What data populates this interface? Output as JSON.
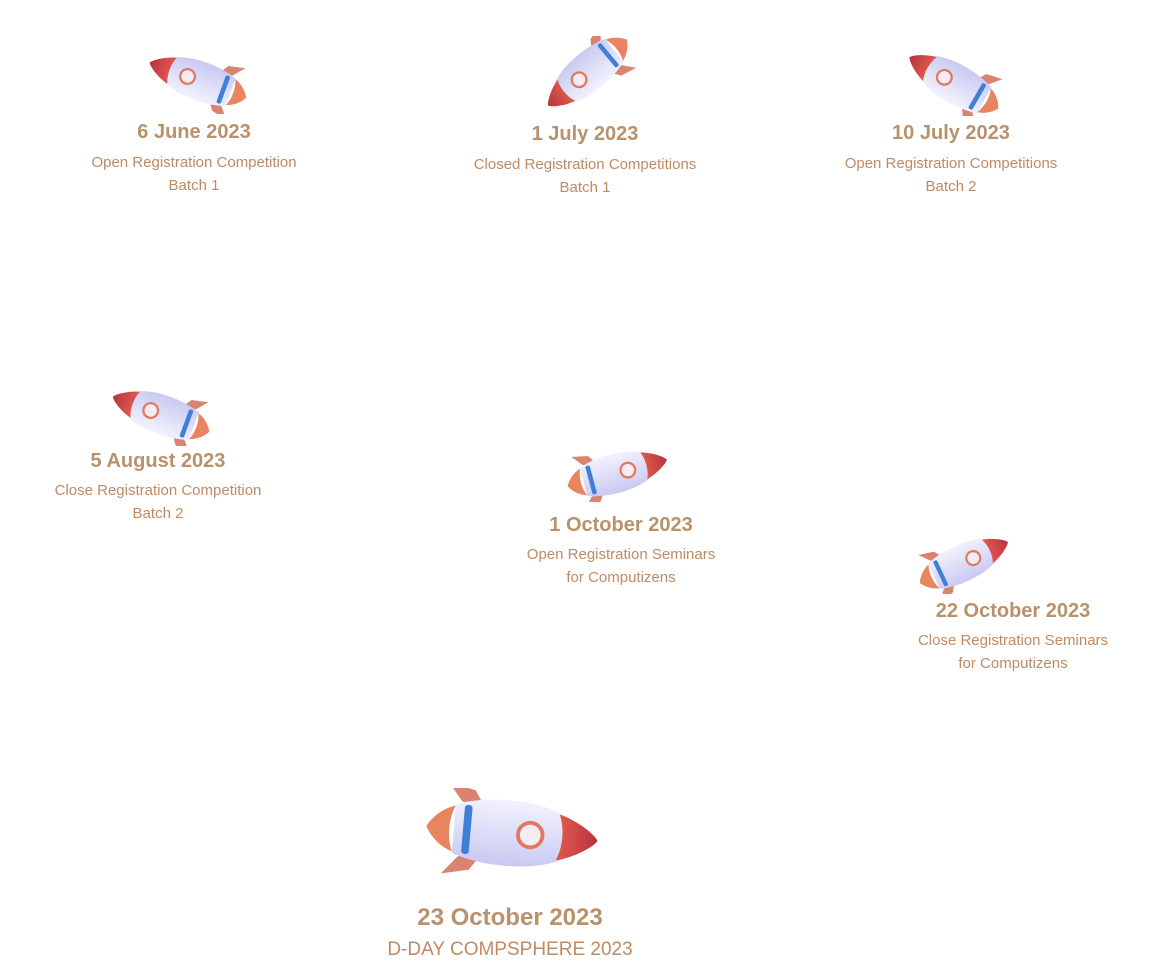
{
  "colors": {
    "date_text": "#b9916a",
    "description_text": "#c08a63",
    "rocket_body": "#e4e4fa",
    "rocket_nose": "#c84a4a",
    "rocket_fin": "#d98370",
    "rocket_band": "#3f7fd6"
  },
  "milestones": [
    {
      "date": "6 June 2023",
      "line1": "Open Registration Competition",
      "line2": "Batch 1",
      "icon": "rocket-icon"
    },
    {
      "date": "1 July 2023",
      "line1": "Closed Registration Competitions",
      "line2": "Batch 1",
      "icon": "rocket-icon"
    },
    {
      "date": "10 July 2023",
      "line1": "Open Registration Competitions",
      "line2": "Batch 2",
      "icon": "rocket-icon"
    },
    {
      "date": "5 August 2023",
      "line1": "Close  Registration Competition",
      "line2": "Batch 2",
      "icon": "rocket-icon"
    },
    {
      "date": "1 October 2023",
      "line1": "Open Registration Seminars",
      "line2": "for Computizens",
      "icon": "rocket-icon"
    },
    {
      "date": "22 October 2023",
      "line1": "Close Registration Seminars",
      "line2": "for Computizens",
      "icon": "rocket-icon"
    },
    {
      "date": "23 October 2023",
      "line1": "D-DAY COMPSPHERE 2023",
      "icon": "rocket-icon"
    }
  ]
}
